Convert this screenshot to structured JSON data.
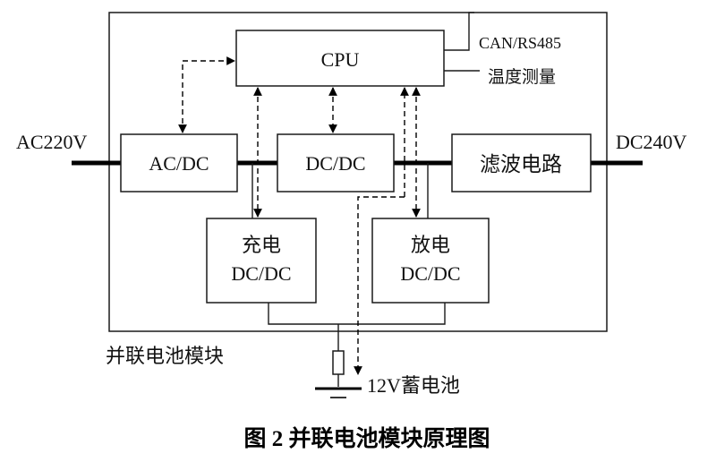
{
  "diagram": {
    "cpu": "CPU",
    "can_rs485": "CAN/RS485",
    "temp_measure": "温度测量",
    "ac_in": "AC220V",
    "dc_out": "DC240V",
    "acdc": "AC/DC",
    "dcdc": "DC/DC",
    "filter": "滤波电路",
    "charge_line1": "充电",
    "charge_line2": "DC/DC",
    "discharge_line1": "放电",
    "discharge_line2": "DC/DC",
    "module_label": "并联电池模块",
    "battery": "12V蓄电池"
  },
  "caption": "图 2  并联电池模块原理图"
}
